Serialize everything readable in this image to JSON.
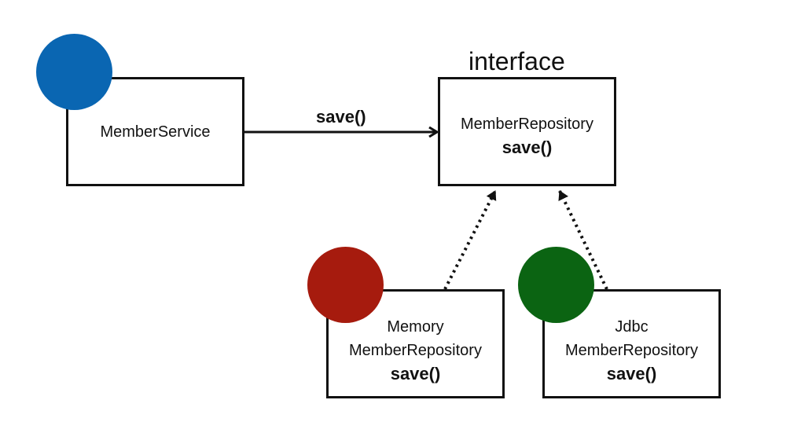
{
  "diagram": {
    "interface_label": "interface",
    "call_label": "save()",
    "colors": {
      "service_circle": "#0a66b2",
      "memory_circle": "#a61b0e",
      "jdbc_circle": "#0b6412",
      "line": "#111111"
    },
    "nodes": {
      "member_service": {
        "name": "MemberService"
      },
      "member_repository": {
        "name": "MemberRepository",
        "method": "save()"
      },
      "memory_repository": {
        "name_line1": "Memory",
        "name_line2": "MemberRepository",
        "method": "save()"
      },
      "jdbc_repository": {
        "name_line1": "Jdbc",
        "name_line2": "MemberRepository",
        "method": "save()"
      }
    },
    "edges": [
      {
        "from": "member_service",
        "to": "member_repository",
        "style": "solid",
        "label": "save()"
      },
      {
        "from": "memory_repository",
        "to": "member_repository",
        "style": "dotted"
      },
      {
        "from": "jdbc_repository",
        "to": "member_repository",
        "style": "dotted"
      }
    ]
  }
}
